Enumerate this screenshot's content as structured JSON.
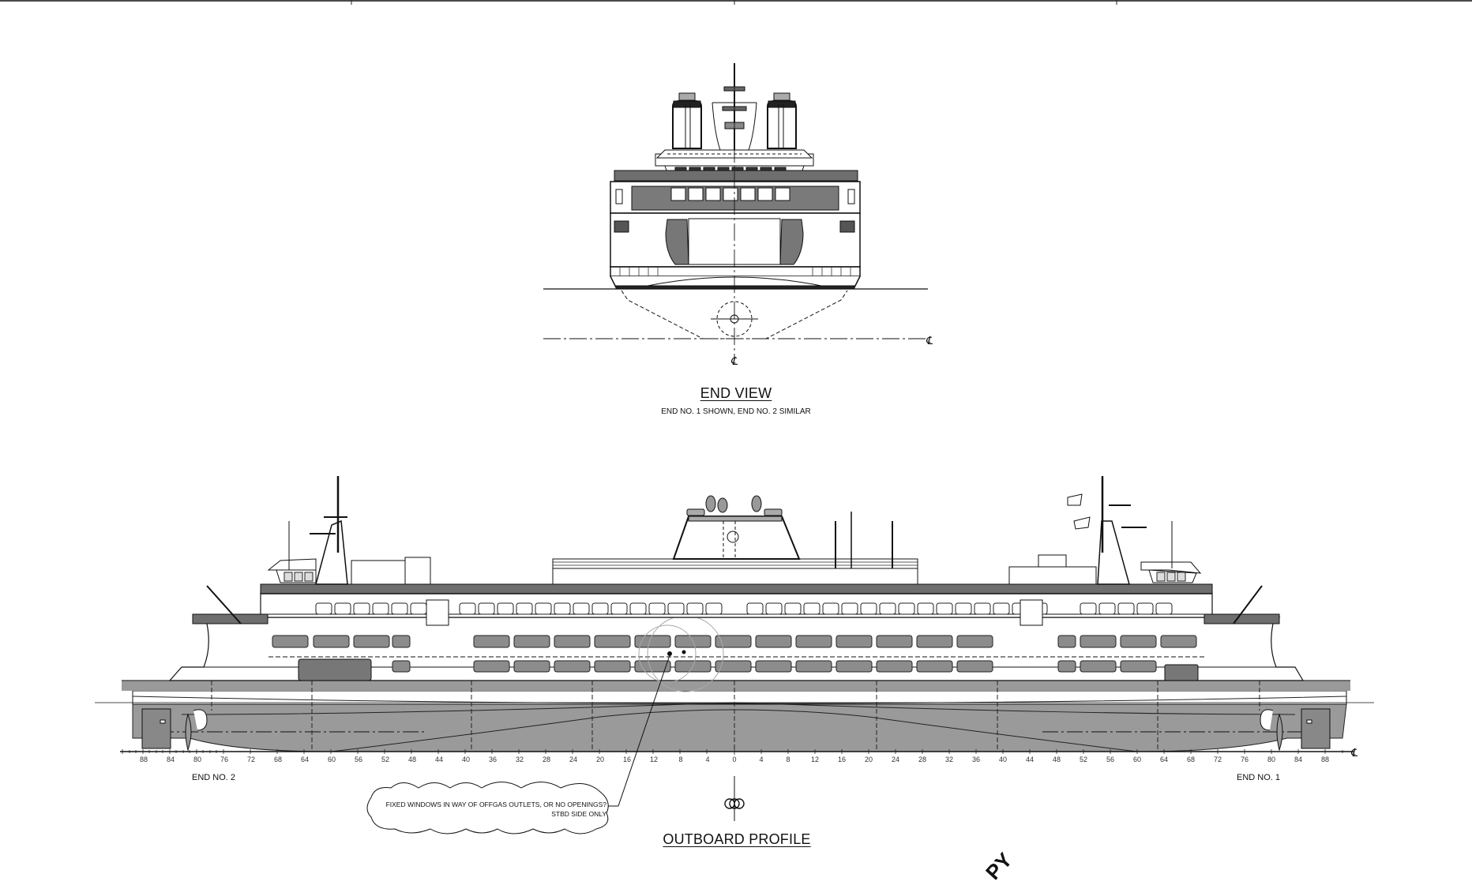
{
  "sheet": {
    "border_color": "#4a4a4a",
    "hull_color": "#9a9a9a",
    "window_color": "#8c8c8c",
    "line_color": "#111111"
  },
  "end_view": {
    "title": "END VIEW",
    "subtitle": "END NO. 1 SHOWN, END NO. 2 SIMILAR",
    "centerline_symbol": "℄",
    "baseline_symbol": "℄"
  },
  "outboard_profile": {
    "title": "OUTBOARD PROFILE",
    "end_left_label": "END NO. 2",
    "end_right_label": "END NO. 1",
    "midship_symbol": "Ꝏ",
    "baseline_symbol": "℄",
    "frame_labels_left": [
      "88",
      "84",
      "80",
      "76",
      "72",
      "68",
      "64",
      "60",
      "56",
      "52",
      "48",
      "44",
      "40",
      "36",
      "32",
      "28",
      "24",
      "20",
      "16",
      "12",
      "8",
      "4"
    ],
    "frame_label_center": "0",
    "frame_labels_right": [
      "4",
      "8",
      "12",
      "16",
      "20",
      "24",
      "28",
      "32",
      "36",
      "40",
      "44",
      "48",
      "52",
      "56",
      "60",
      "64",
      "68",
      "72",
      "76",
      "80",
      "84",
      "88"
    ]
  },
  "callout": {
    "line1": "FIXED WINDOWS IN WAY OF OFFGAS OUTLETS, OR NO OPENINGS?",
    "line2": "STBD SIDE ONLY"
  },
  "watermark": {
    "visible_fragment": "PY"
  }
}
